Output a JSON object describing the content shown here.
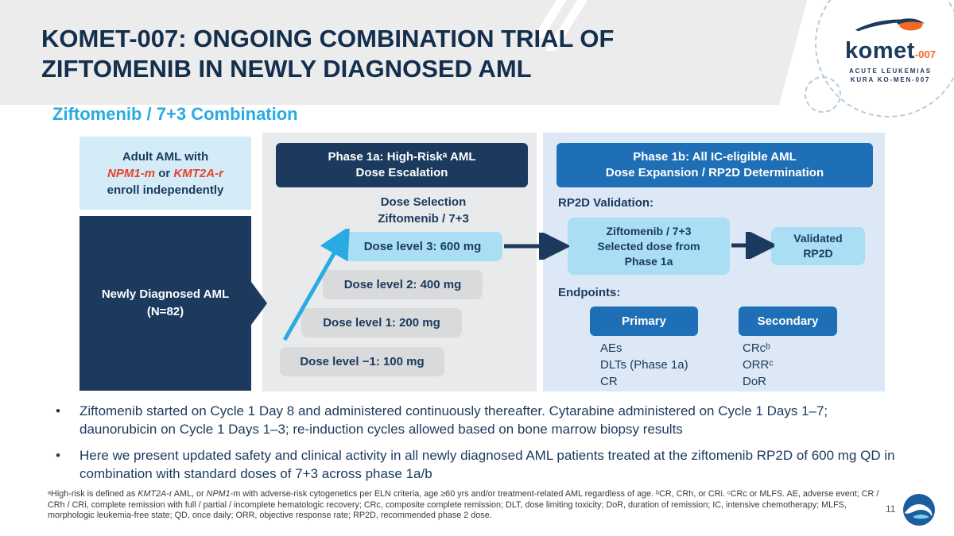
{
  "colors": {
    "navy": "#1b3a5e",
    "cyan": "#29abe2",
    "red": "#e8412d",
    "blue": "#1f6fb6",
    "light_blue_box": "#a9def5",
    "pale_blue_panel": "#dce8f6",
    "gray_panel": "#e9eaeb",
    "gray_box": "#d9dadb",
    "orange": "#f2691f"
  },
  "header": {
    "title_line1": "KOMET-007: ONGOING COMBINATION TRIAL OF",
    "title_line2": "ZIFTOMENIB IN NEWLY DIAGNOSED AML",
    "subtitle": "Ziftomenib / 7+3 Combination"
  },
  "logo": {
    "name": "komet",
    "suffix": "-007",
    "tagline1": "ACUTE LEUKEMIAS",
    "tagline2": "KURA KO-MEN-007"
  },
  "diagram": {
    "enroll": {
      "line1": "Adult AML with",
      "gene1": "NPM1-m",
      "sep": " or ",
      "gene2": "KMT2A-r",
      "line3": "enroll independently"
    },
    "newly_diagnosed": {
      "line1": "Newly Diagnosed AML",
      "line2": "(N=82)"
    },
    "phase1a": {
      "header_line1": "Phase 1a: High-Riskᵃ AML",
      "header_line2": "Dose Escalation",
      "selection_line1": "Dose Selection",
      "selection_line2": "Ziftomenib / 7+3",
      "dose_levels": [
        {
          "label": "Dose level 3: 600 mg"
        },
        {
          "label": "Dose level 2: 400 mg"
        },
        {
          "label": "Dose level 1: 200 mg"
        },
        {
          "label": "Dose level −1: 100 mg"
        }
      ]
    },
    "phase1b": {
      "header_line1": "Phase 1b: All IC-eligible AML",
      "header_line2": "Dose Expansion / RP2D Determination",
      "rp2d_validation_label": "RP2D Validation:",
      "selected_dose_line1": "Ziftomenib / 7+3",
      "selected_dose_line2": "Selected dose from",
      "selected_dose_line3": "Phase 1a",
      "validated_line1": "Validated",
      "validated_line2": "RP2D",
      "endpoints_label": "Endpoints:",
      "primary_label": "Primary",
      "secondary_label": "Secondary",
      "primary_items": [
        "AEs",
        "DLTs (Phase 1a)",
        "CR"
      ],
      "secondary_items": [
        "CRcᵇ",
        "ORRᶜ",
        "DoR"
      ]
    }
  },
  "bullets": [
    "Ziftomenib started on Cycle 1 Day 8 and administered continuously thereafter. Cytarabine administered on Cycle 1 Days 1–7; daunorubicin on Cycle 1 Days 1–3; re-induction cycles allowed based on bone marrow biopsy results",
    "Here we present updated safety and clinical activity in all newly diagnosed AML patients treated at the ziftomenib RP2D of 600 mg QD in combination with standard doses of 7+3 across phase 1a/b"
  ],
  "footnote": {
    "p1": "ᵃHigh-risk is defined as ",
    "i1": "KMT2A",
    "p2": "-r AML, or ",
    "i2": "NPM1",
    "p3": "-m with adverse-risk cytogenetics per ELN criteria, age ≥60 yrs and/or treatment-related AML regardless of age. ᵇCR, CRh, or CRi. ᶜCRc or MLFS. AE, adverse event; CR / CRh / CRi, complete remission with full / partial / incomplete hematologic recovery; CRc, composite complete remission; DLT, dose limiting toxicity; DoR, duration of remission; IC, intensive chemotherapy; MLFS, morphologic leukemia-free state; QD, once daily; ORR, objective response rate; RP2D, recommended phase 2 dose."
  },
  "footer": {
    "page_number": "11"
  }
}
